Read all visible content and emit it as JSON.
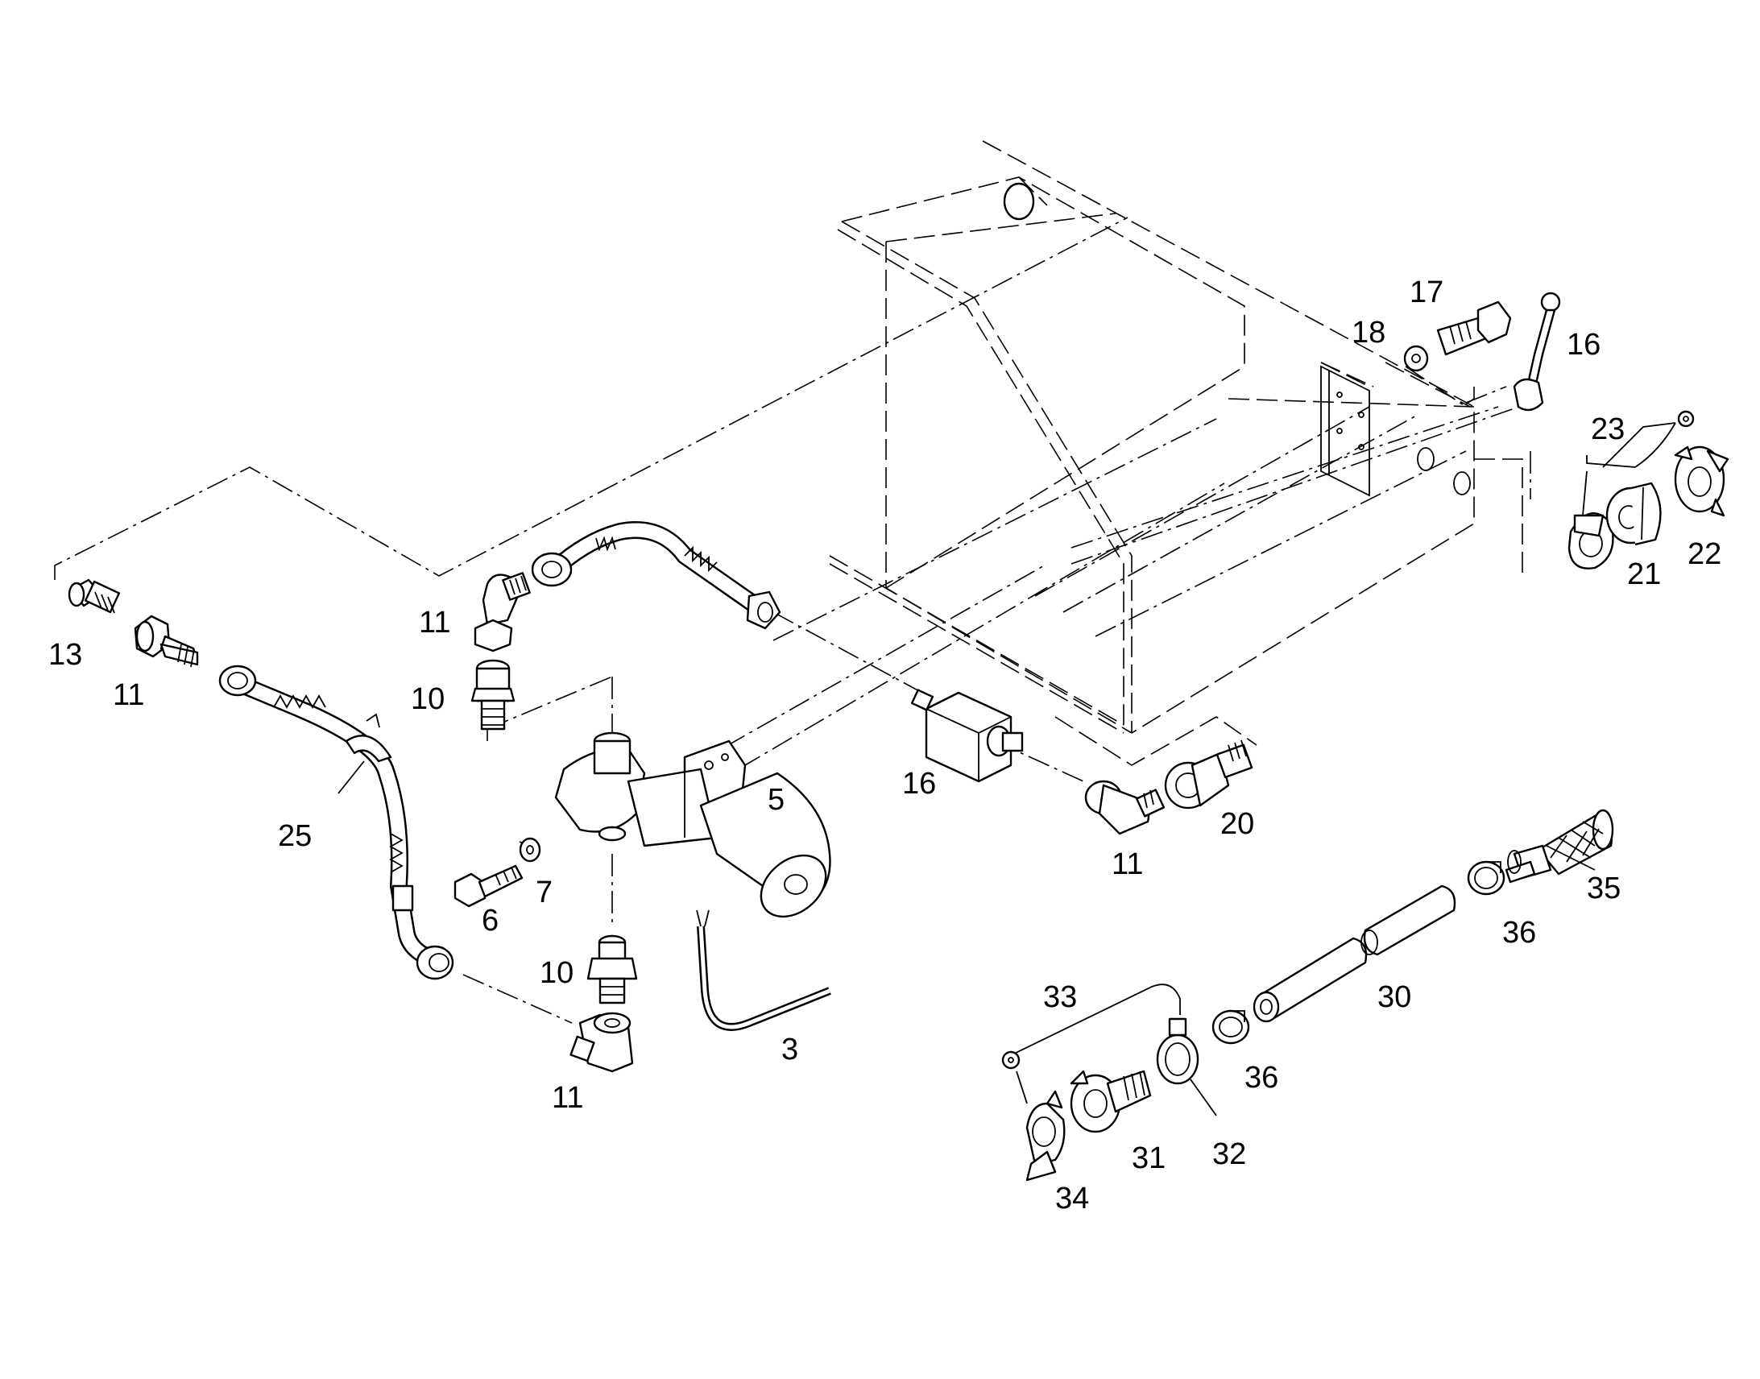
{
  "diagram": {
    "callouts": [
      {
        "id": "c-13",
        "text": "13"
      },
      {
        "id": "c-11a",
        "text": "11"
      },
      {
        "id": "c-11b",
        "text": "11"
      },
      {
        "id": "c-10a",
        "text": "10"
      },
      {
        "id": "c-25",
        "text": "25"
      },
      {
        "id": "c-6",
        "text": "6"
      },
      {
        "id": "c-7",
        "text": "7"
      },
      {
        "id": "c-5",
        "text": "5"
      },
      {
        "id": "c-10b",
        "text": "10"
      },
      {
        "id": "c-11c",
        "text": "11"
      },
      {
        "id": "c-3",
        "text": "3"
      },
      {
        "id": "c-16a",
        "text": "16"
      },
      {
        "id": "c-11d",
        "text": "11"
      },
      {
        "id": "c-20",
        "text": "20"
      },
      {
        "id": "c-17",
        "text": "17"
      },
      {
        "id": "c-18",
        "text": "18"
      },
      {
        "id": "c-16b",
        "text": "16"
      },
      {
        "id": "c-23",
        "text": "23"
      },
      {
        "id": "c-21",
        "text": "21"
      },
      {
        "id": "c-22",
        "text": "22"
      },
      {
        "id": "c-35",
        "text": "35"
      },
      {
        "id": "c-36a",
        "text": "36"
      },
      {
        "id": "c-30",
        "text": "30"
      },
      {
        "id": "c-36b",
        "text": "36"
      },
      {
        "id": "c-33",
        "text": "33"
      },
      {
        "id": "c-32",
        "text": "32"
      },
      {
        "id": "c-31",
        "text": "31"
      },
      {
        "id": "c-34",
        "text": "34"
      }
    ]
  }
}
